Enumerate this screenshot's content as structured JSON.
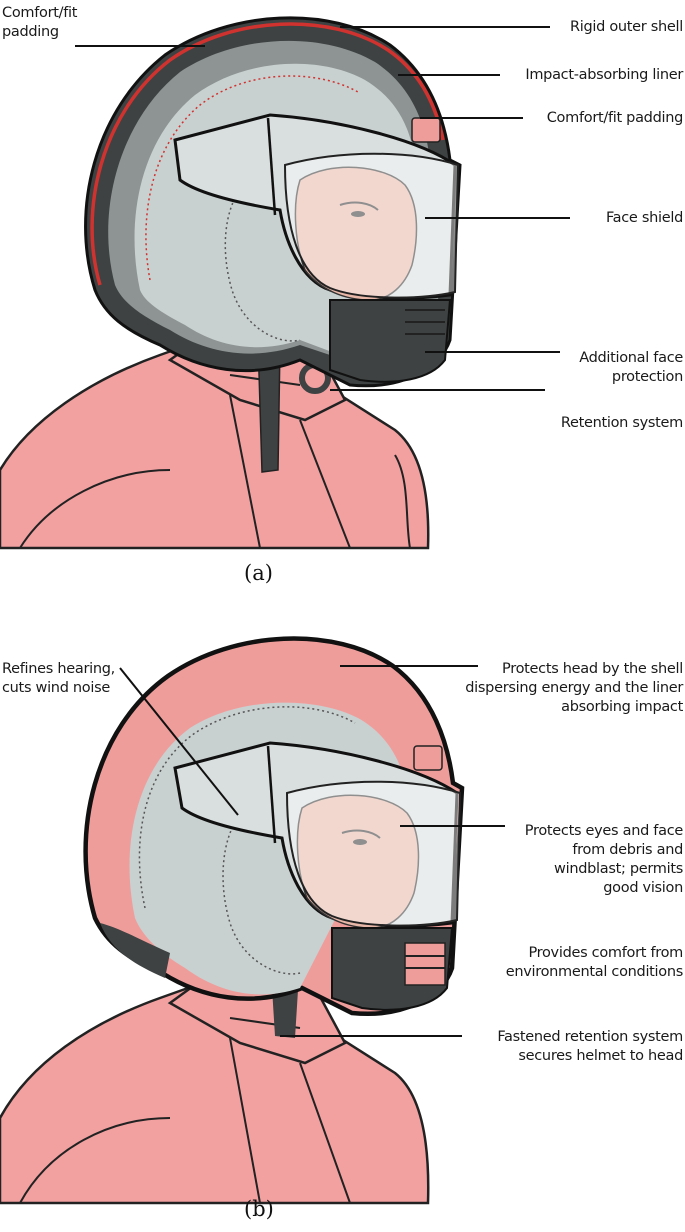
{
  "panel_a": {
    "caption": "(a)",
    "labels": {
      "comfort_fit_padding_left": "Comfort/fit\npadding",
      "rigid_outer_shell": "Rigid outer shell",
      "impact_absorbing_liner": "Impact-absorbing liner",
      "comfort_fit_padding_right": "Comfort/fit padding",
      "face_shield": "Face shield",
      "additional_face_protection": "Additional face\nprotection",
      "retention_system": "Retention system"
    }
  },
  "panel_b": {
    "caption": "(b)",
    "labels": {
      "refines_hearing": "Refines hearing,\ncuts wind noise",
      "protects_head": "Protects head by the shell\ndispersing energy and the liner\nabsorbing impact",
      "protects_eyes": "Protects eyes and face\nfrom debris and\nwindblast; permits\ngood vision",
      "provides_comfort": "Provides comfort from\nenvironmental conditions",
      "fastened_retention": "Fastened retention system\nsecures helmet to head"
    }
  },
  "colors": {
    "jacket": "#f2a0a0",
    "helmet_gray": "#c9d0d0",
    "shell_dark": "#3e4242",
    "liner_gray": "#8e9494",
    "shell_red_line": "#d0332f",
    "helmet_pink": "#ef9d9b",
    "visor": "#d9dede"
  }
}
